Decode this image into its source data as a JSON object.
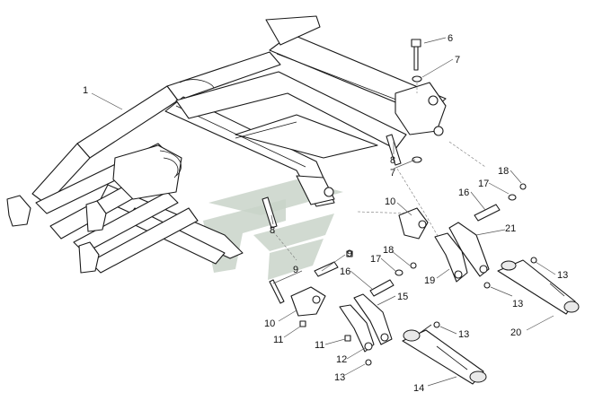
{
  "callouts": [
    {
      "id": "c1",
      "text": "1"
    },
    {
      "id": "c6",
      "text": "6"
    },
    {
      "id": "c7a",
      "text": "7"
    },
    {
      "id": "c8a",
      "text": "8"
    },
    {
      "id": "c7b",
      "text": "7"
    },
    {
      "id": "c8b",
      "text": "8"
    },
    {
      "id": "c18a",
      "text": "18"
    },
    {
      "id": "c17a",
      "text": "17"
    },
    {
      "id": "c16a",
      "text": "16"
    },
    {
      "id": "c10a",
      "text": "10"
    },
    {
      "id": "c21",
      "text": "21"
    },
    {
      "id": "c9a",
      "text": "9"
    },
    {
      "id": "c9b",
      "text": "9"
    },
    {
      "id": "c18b",
      "text": "18"
    },
    {
      "id": "c17b",
      "text": "17"
    },
    {
      "id": "c16b",
      "text": "16"
    },
    {
      "id": "c19",
      "text": "19"
    },
    {
      "id": "c13a",
      "text": "13"
    },
    {
      "id": "c13b",
      "text": "13"
    },
    {
      "id": "c15",
      "text": "15"
    },
    {
      "id": "c10b",
      "text": "10"
    },
    {
      "id": "c11a",
      "text": "11"
    },
    {
      "id": "c11b",
      "text": "11"
    },
    {
      "id": "c12",
      "text": "12"
    },
    {
      "id": "c13c",
      "text": "13"
    },
    {
      "id": "c13d",
      "text": "13"
    },
    {
      "id": "c20",
      "text": "20"
    },
    {
      "id": "c14",
      "text": "14"
    }
  ],
  "colors": {
    "line": "#1a1a1a",
    "watermark": "#c9d3c9"
  }
}
